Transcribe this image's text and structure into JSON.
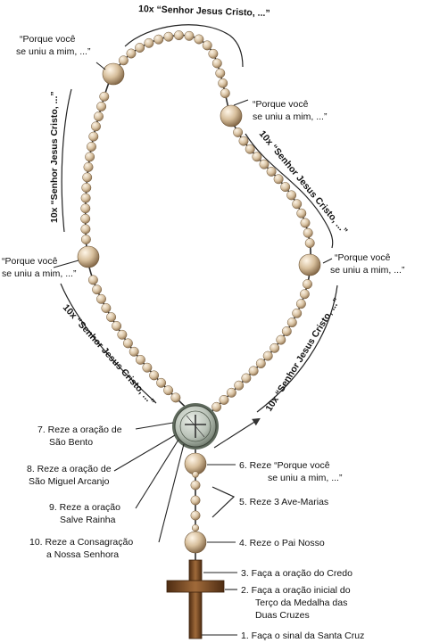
{
  "colors": {
    "bead": "#d9c3a3",
    "bead_shade": "#8c6f4d",
    "cord": "#2b2b2b",
    "cross": "#7a4a22",
    "medal": "#8f9a8f",
    "text": "#111111"
  },
  "decade_labels": {
    "top": "10x “Senhor Jesus Cristo, ...”",
    "left": "10x “Senhor Jesus Cristo, ...”",
    "right": "10x “Senhor Jesus Cristo, ...”",
    "bottom_left": "10x “Senhor Jesus Cristo, ...”",
    "bottom_right": "10x “Senhor Jesus Cristo, ...”"
  },
  "porque_labels": {
    "top_left": [
      "“Porque você",
      "se uniu a mim, ...”"
    ],
    "top_right": [
      "“Porque você",
      "se uniu a mim, ...”"
    ],
    "mid_left": [
      "“Porque você",
      "se uniu a mim, ...”"
    ],
    "mid_right": [
      "“Porque você",
      "se uniu a mim, ...”"
    ]
  },
  "steps": {
    "s1": "1. Faça o sinal da Santa Cruz",
    "s2": [
      "2. Faça a oração inicial do",
      "Terço da Medalha das",
      "Duas Cruzes"
    ],
    "s3": "3. Faça a oração do Credo",
    "s4": "4. Reze o Pai Nosso",
    "s5": "5. Reze 3 Ave-Marias",
    "s6": [
      "6. Reze “Porque você",
      "se uniu a mim, ...”"
    ],
    "s7": [
      "7. Reze a oração de",
      "São Bento"
    ],
    "s8": [
      "8. Reze a oração de",
      "São Miguel Arcanjo"
    ],
    "s9": [
      "9. Reze a oração",
      "Salve Rainha"
    ],
    "s10": [
      "10. Reze a Consagração",
      "a Nossa Senhora"
    ]
  }
}
